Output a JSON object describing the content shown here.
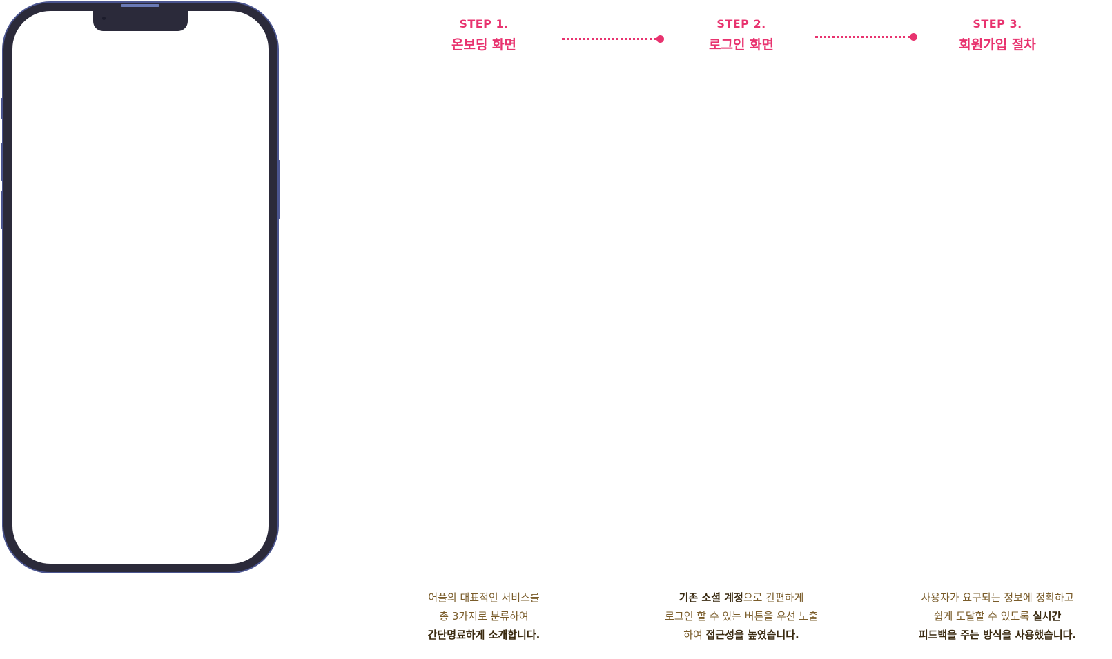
{
  "steps": [
    {
      "label": "STEP 1.",
      "title": "온보딩 화면"
    },
    {
      "label": "STEP 2.",
      "title": "로그인 화면"
    },
    {
      "label": "STEP 3.",
      "title": "회원가입 절차"
    }
  ],
  "descriptions": [
    {
      "line1": "어플의 대표적인 서비스를",
      "line2": "총 3가지로 분류하여",
      "line3_bold": "간단명료하게 소개합니다."
    },
    {
      "line1_bold": "기존 소셜 계정",
      "line1_rest": "으로 간편하게",
      "line2": "로그인 할 수 있는 버튼을 우선 노출",
      "line3_pre": "하여 ",
      "line3_bold": "접근성을 높였습니다."
    },
    {
      "line1": "사용자가 요구되는 정보에 정확하고",
      "line2_pre": "쉽게 도달할 수 있도록 ",
      "line2_bold": "실시간",
      "line3_bold": "피드백을 주는 방식을 사용했습니다."
    }
  ],
  "colors": {
    "accent": "#e8336f",
    "body_text": "#7a5c2a",
    "emphasis_text": "#3a2a10",
    "phone_frame": "#2b2a3a",
    "phone_edge": "#4b5590"
  }
}
